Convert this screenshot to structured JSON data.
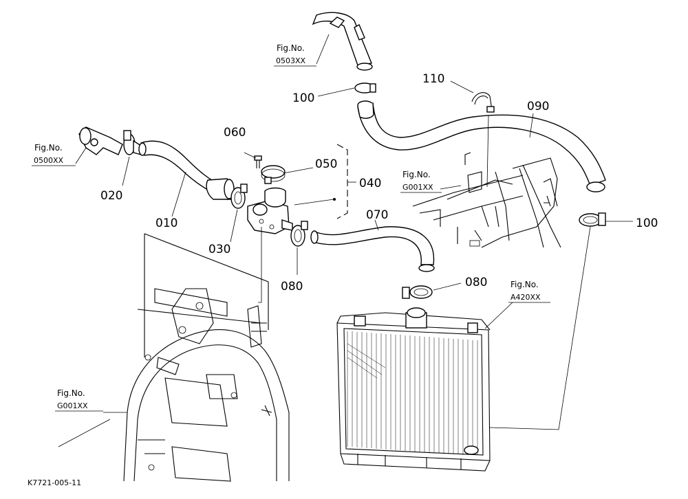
{
  "part_labels": {
    "p010": "010",
    "p020": "020",
    "p030": "030",
    "p040": "040",
    "p050": "050",
    "p060": "060",
    "p070": "070",
    "p080a": "080",
    "p080b": "080",
    "p090": "090",
    "p100a": "100",
    "p100b": "100",
    "p110": "110"
  },
  "figure_refs": {
    "f0503": {
      "label": "Fig.No.",
      "code": "0503XX"
    },
    "f0500": {
      "label": "Fig.No.",
      "code": "0500XX"
    },
    "fG001a": {
      "label": "Fig.No.",
      "code": "G001XX"
    },
    "fA420": {
      "label": "Fig.No.",
      "code": "A420XX"
    },
    "fG001b": {
      "label": "Fig.No.",
      "code": "G001XX"
    }
  },
  "drawing_code": "K7721-005-11"
}
